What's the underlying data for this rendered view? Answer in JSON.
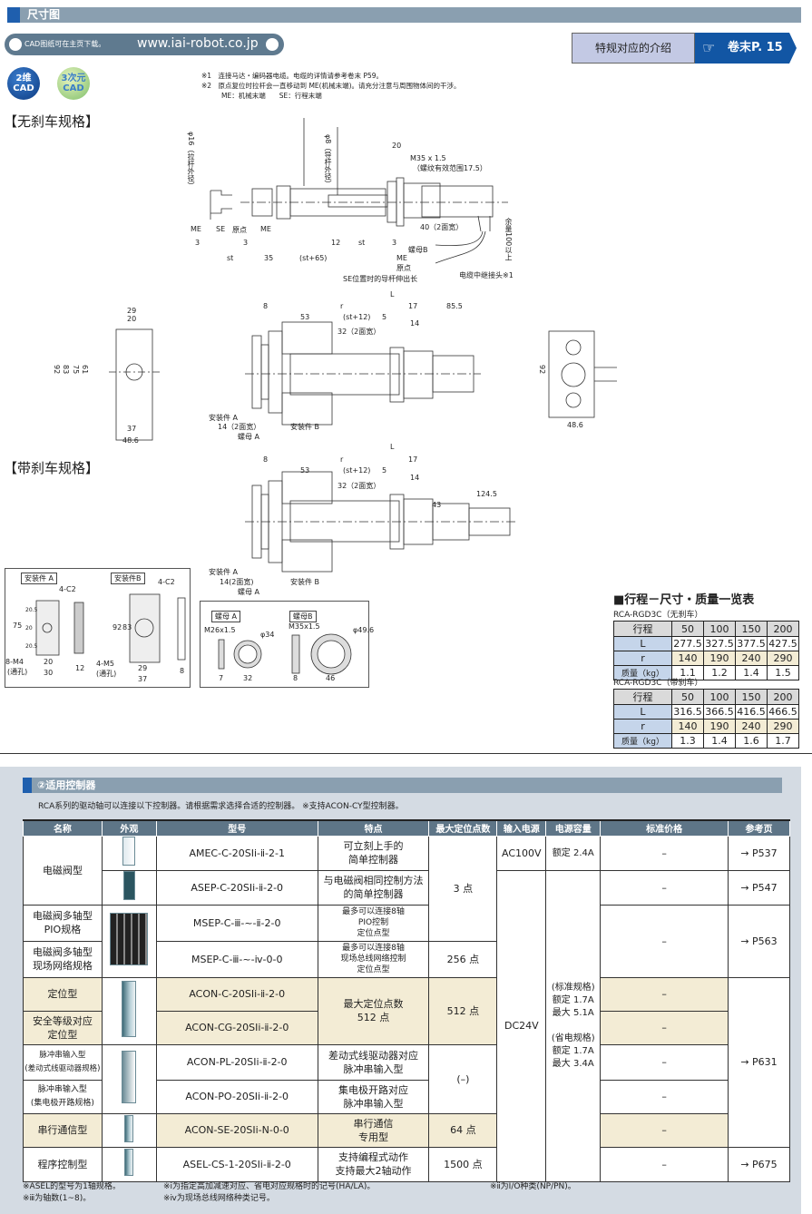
{
  "header": {
    "title": "尺寸图"
  },
  "cad_pill": {
    "text": "CAD图纸可在主页下载。",
    "url": "www.iai-robot.co.jp"
  },
  "special_badge": {
    "label": "特规对应的介绍",
    "link": "卷末P. 15"
  },
  "cad_icons": {
    "two_d": "2维CAD",
    "three_d": "3次元CAD"
  },
  "notes": [
    "※1　连接马达・编码器电缆。电缆的详情请参考卷末 P59。",
    "※2　原点复位时拉杆会一直移动到 ME(机械末端)。请充分注意与周围物体间的干涉。",
    "ME：机械末端　　SE：行程末端"
  ],
  "sections": {
    "no_brake": "【无刹车规格】",
    "with_brake": "【带刹车规格】"
  },
  "drawing_top": [
    "φ16（拉杆外径）",
    "φ8（导杆外径）",
    "20",
    "M35 x 1.5",
    "（螺纹有效范围17.5）",
    "40（2面宽）",
    "螺母B",
    "ME",
    "SE",
    "原点",
    "ME",
    "3",
    "3",
    "st",
    "35",
    "(st+65)",
    "12",
    "st",
    "3",
    "ME",
    "原点",
    "SE位置时的导杆伸出长",
    "电缆中继接头※1",
    "余量100以上"
  ],
  "drawing_mid": [
    "L",
    "8",
    "r",
    "17",
    "85.5",
    "53",
    "(st+12)",
    "5",
    "14",
    "32（2面宽）",
    "29",
    "20",
    "92",
    "83",
    "75",
    "61",
    "37",
    "48.6",
    "安装件 A",
    "14（2面宽）",
    "螺母 A",
    "安装件 B",
    "92",
    "48.6"
  ],
  "drawing_brake": [
    "L",
    "8",
    "r",
    "17",
    "53",
    "(st+12)",
    "5",
    "14",
    "32（2面宽）",
    "124.5",
    "43",
    "安装件 A",
    "14(2面宽)",
    "螺母 A",
    "安装件 B"
  ],
  "mount_box": [
    "安装件 A",
    "安装件B",
    "4-C2",
    "4-C2",
    "75",
    "20.5",
    "20",
    "20.5",
    "92",
    "83",
    "8-M4",
    "(通孔)",
    "20",
    "30",
    "12",
    "4-M5",
    "(通孔)",
    "29",
    "37",
    "8"
  ],
  "nut_box": [
    "螺母 A",
    "螺母B",
    "M26x1.5",
    "φ34",
    "M35x1.5",
    "φ49.6",
    "7",
    "32",
    "8",
    "46"
  ],
  "stroke_table": {
    "title": "■行程－尺寸・质量一览表",
    "tables": [
      {
        "caption": "RCA-RGD3C（无刹车）",
        "row_labels": [
          "行程",
          "L",
          "r",
          "质量（kg）"
        ],
        "strokes": [
          "50",
          "100",
          "150",
          "200"
        ],
        "L": [
          "277.5",
          "327.5",
          "377.5",
          "427.5"
        ],
        "r": [
          "140",
          "190",
          "240",
          "290"
        ],
        "mass": [
          "1.1",
          "1.2",
          "1.4",
          "1.5"
        ]
      },
      {
        "caption": "RCA-RGD3C（带刹车）",
        "row_labels": [
          "行程",
          "L",
          "r",
          "质量（kg）"
        ],
        "strokes": [
          "50",
          "100",
          "150",
          "200"
        ],
        "L": [
          "316.5",
          "366.5",
          "416.5",
          "466.5"
        ],
        "r": [
          "140",
          "190",
          "240",
          "290"
        ],
        "mass": [
          "1.3",
          "1.4",
          "1.6",
          "1.7"
        ]
      }
    ]
  },
  "controllers": {
    "title": "②适用控制器",
    "intro": "RCA系列的驱动轴可以连接以下控制器。请根据需求选择合适的控制器。 ※支持ACON-CY型控制器。",
    "headers": [
      "名称",
      "外观",
      "型号",
      "特点",
      "最大定位点数",
      "输入电源",
      "电源容量",
      "标准价格",
      "参考页"
    ],
    "names": [
      "电磁阀型",
      "电磁阀多轴型\nPIO规格",
      "电磁阀多轴型\n现场网络规格",
      "定位型",
      "安全等级对应\n定位型",
      "脉冲串输入型\n(差动式线驱动器规格)",
      "脉冲串输入型\n(集电极开路规格)",
      "串行通信型",
      "程序控制型"
    ],
    "models": [
      "AMEC-C-20SIⅰ-ⅱ-2-1",
      "ASEP-C-20SIⅰ-ⅱ-2-0",
      "MSEP-C-ⅲ-~-ⅱ-2-0",
      "MSEP-C-ⅲ-~-ⅳ-0-0",
      "ACON-C-20SIⅰ-ⅱ-2-0",
      "ACON-CG-20SIⅰ-ⅱ-2-0",
      "ACON-PL-20SIⅰ-ⅱ-2-0",
      "ACON-PO-20SIⅰ-ⅱ-2-0",
      "ACON-SE-20SIⅰ-N-0-0",
      "ASEL-CS-1-20SIⅰ-ⅱ-2-0"
    ],
    "features": [
      "可立刻上手的\n简单控制器",
      "与电磁阀相同控制方法\n的简单控制器",
      "最多可以连接8轴\nPIO控制\n定位点型",
      "最多可以连接8轴\n现场总线网络控制\n定位点型",
      "最大定位点数\n512 点",
      "差动式线驱动器对应\n脉冲串输入型",
      "集电极开路对应\n脉冲串输入型",
      "串行通信\n专用型",
      "支持编程式动作\n支持最大2轴动作"
    ],
    "points": [
      "3 点",
      "256 点",
      "512 点",
      "(–)",
      "64 点",
      "1500 点"
    ],
    "input_power": [
      "AC100V",
      "DC24V"
    ],
    "capacity": [
      "额定 2.4A",
      "(标准规格)\n额定 1.7A\n最大 5.1A\n\n(省电规格)\n额定 1.7A\n最大 3.4A"
    ],
    "price": "–",
    "refs": [
      "→ P537",
      "→ P547",
      "→ P563",
      "→ P631",
      "→ P675"
    ],
    "footnotes": [
      "※ASEL的型号为1轴规格。",
      "※ⅰ为指定高加减速对应、省电对应规格时的记号(HA/LA)。",
      "※ⅱ为I/O种类(NP/PN)。",
      "※ⅲ为轴数(1~8)。",
      "※ⅳ为现场总线网络种类记号。"
    ]
  }
}
